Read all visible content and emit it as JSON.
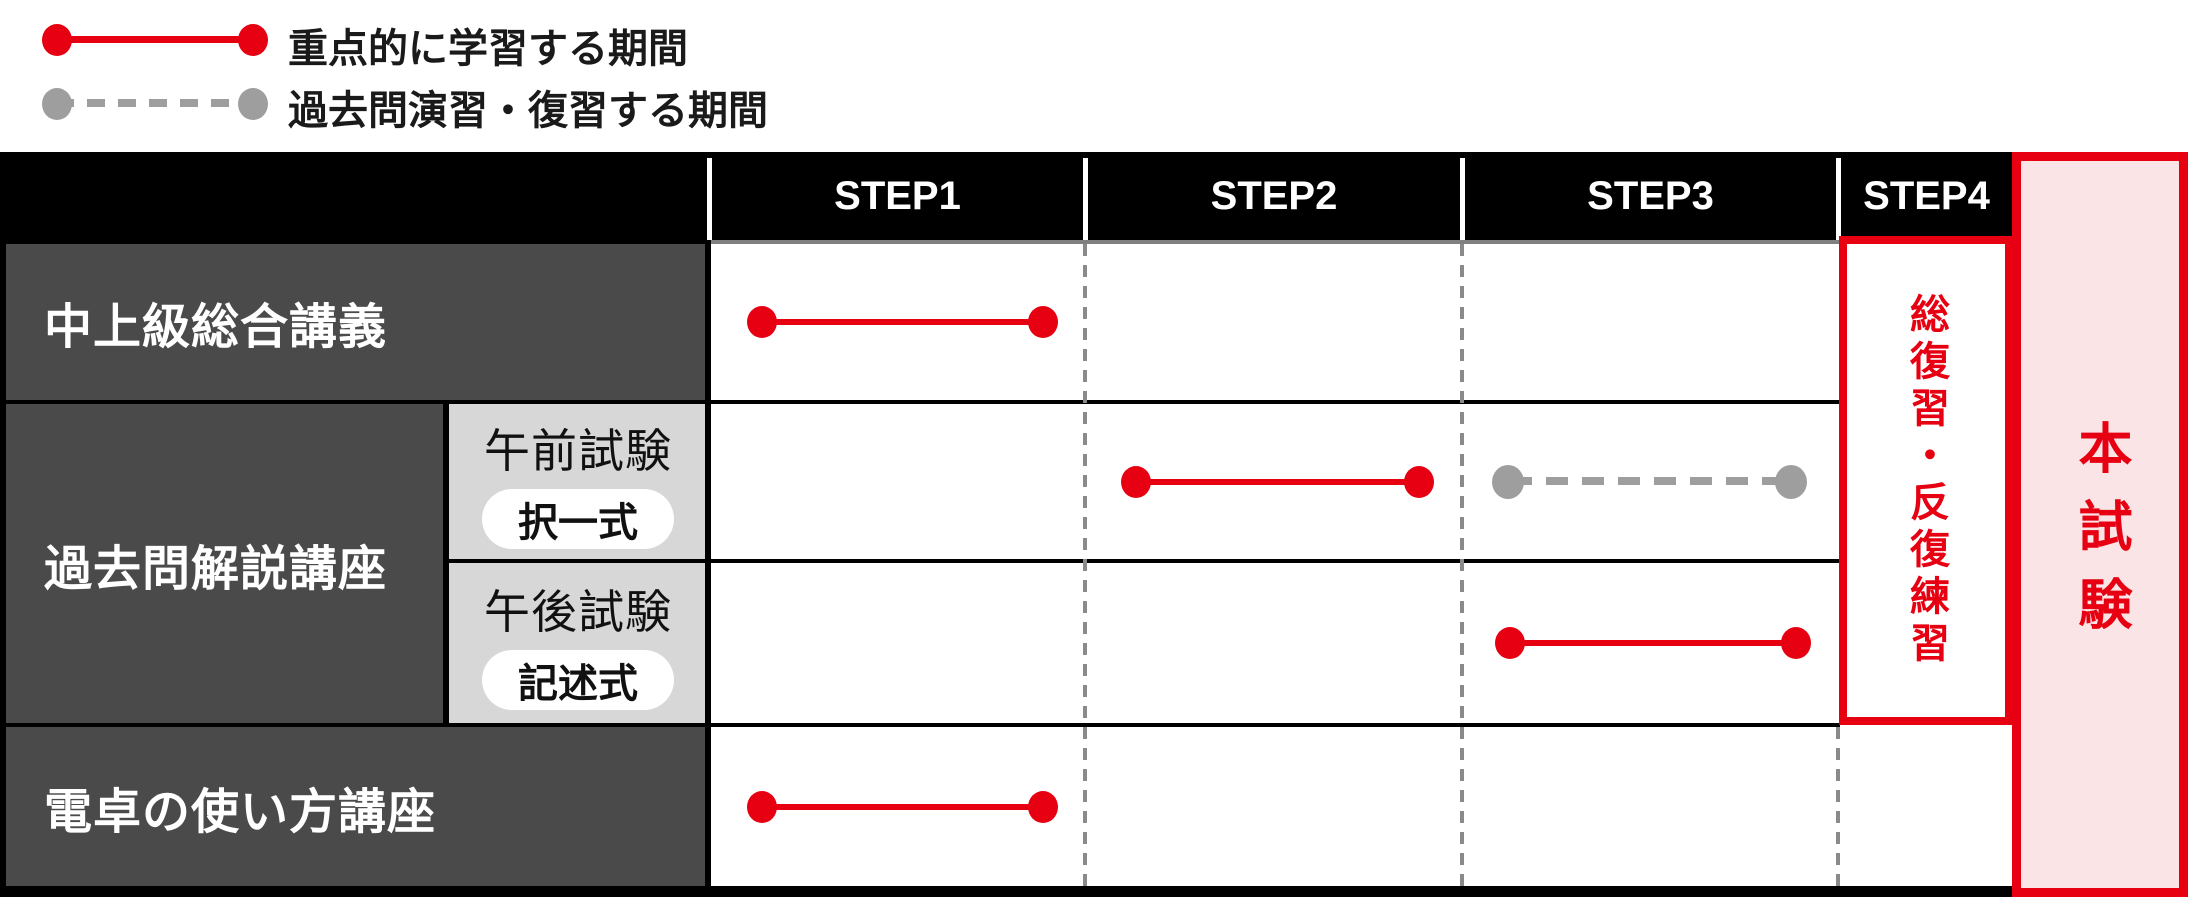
{
  "legend": {
    "items": [
      {
        "label": "重点的に学習する期間",
        "style": "solid",
        "color": "#e60012"
      },
      {
        "label": "過去問演習・復習する期間",
        "style": "dashed",
        "color": "#9e9e9e"
      }
    ]
  },
  "header": {
    "steps": [
      "STEP1",
      "STEP2",
      "STEP3",
      "STEP4"
    ]
  },
  "rows": [
    {
      "label": "中上級総合講義",
      "bars": [
        {
          "step": "STEP1",
          "style": "solid"
        }
      ]
    },
    {
      "label": "過去問解説講座",
      "subrows": [
        {
          "title": "午前試験",
          "badge": "択一式",
          "bars": [
            {
              "step": "STEP2",
              "style": "solid"
            },
            {
              "step": "STEP3",
              "style": "dashed"
            }
          ]
        },
        {
          "title": "午後試験",
          "badge": "記述式",
          "bars": [
            {
              "step": "STEP3",
              "style": "solid"
            }
          ]
        }
      ]
    },
    {
      "label": "電卓の使い方講座",
      "bars": [
        {
          "step": "STEP1",
          "style": "solid"
        }
      ]
    }
  ],
  "step4": {
    "note": "総復習・反復練習"
  },
  "final_exam": {
    "label": "本試験"
  },
  "colors": {
    "accent_red": "#e60012",
    "pink_bg": "#fae4e6",
    "label_dark_gray": "#4a4a4a",
    "sublabel_light_gray": "#d7d7d7",
    "bar_gray": "#9e9e9e",
    "header_black": "#000000"
  }
}
